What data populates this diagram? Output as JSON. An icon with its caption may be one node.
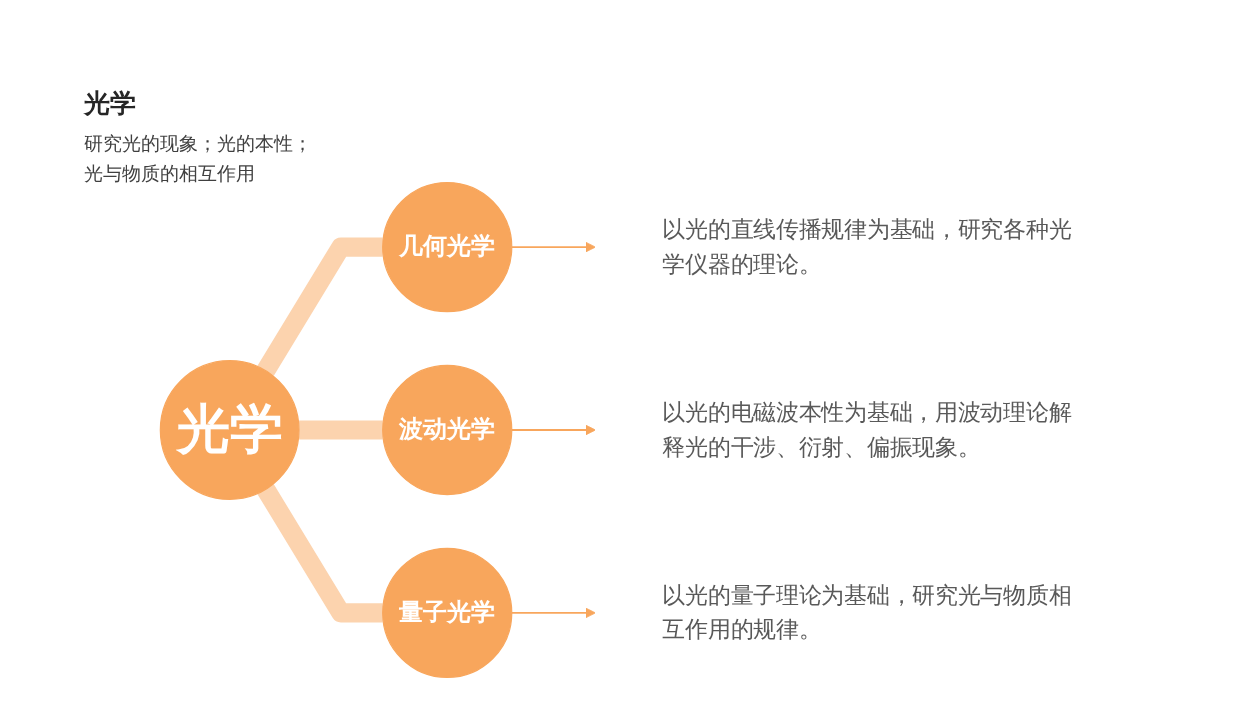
{
  "diagram": {
    "title": "光学",
    "nodes": [
      {
        "text": [
          "光学"
        ]
      },
      {
        "text": [
          "几何光学"
        ]
      },
      {
        "text": [
          "波动光学"
        ]
      },
      {
        "text": [
          "量子光学"
        ]
      },
      {
        "text": [
          "以光的直线传播规律为基础，研究各种光学仪器的理论。"
        ]
      },
      {
        "text": [
          "以光的电磁波本性为基础，用波动理论解释光的干涉、衍射、偏振现象。"
        ]
      },
      {
        "text": [
          "以光的量子理论为基础，研究光与物质相互作用的规律。"
        ]
      }
    ],
    "edges": [
      {
        "from": 0,
        "to": 1,
        "arrow": "none",
        "style": "thick",
        "color": "#fcd3ae"
      },
      {
        "from": 0,
        "to": 2,
        "arrow": "none",
        "style": "thick",
        "color": "#fcd3ae"
      },
      {
        "from": 0,
        "to": 3,
        "arrow": "none",
        "style": "thick",
        "color": "#fcd3ae"
      },
      {
        "from": 1,
        "to": 4,
        "arrow": "to",
        "color": "#f8a65c"
      },
      {
        "from": 2,
        "to": 5,
        "arrow": "to",
        "color": "#f8a65c"
      },
      {
        "from": 3,
        "to": 6,
        "arrow": "to",
        "color": "#f8a65c"
      }
    ],
    "labels": [
      "研究光的现象；光的本性；光与物质的相互作用"
    ]
  }
}
